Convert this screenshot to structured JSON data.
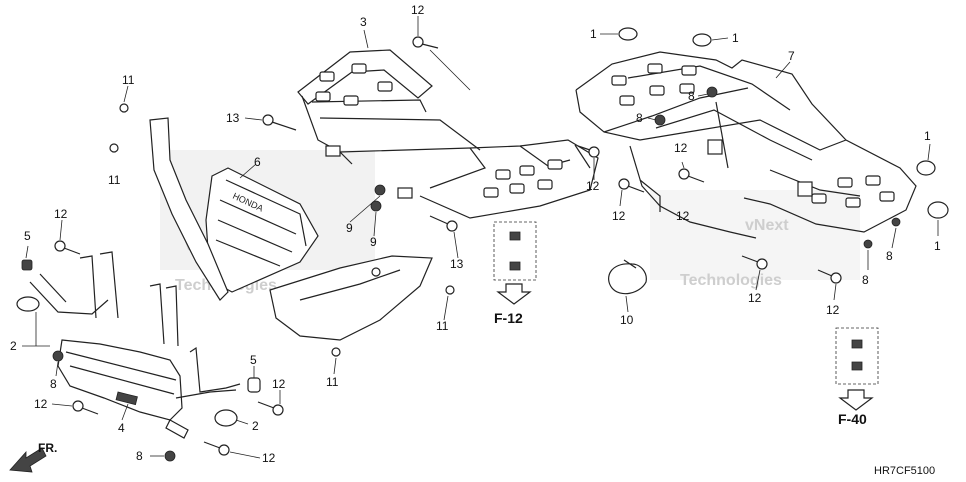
{
  "diagram": {
    "code": "HR7CF5100",
    "refs": [
      "F-12",
      "F-40"
    ],
    "direction_label": "FR.",
    "watermark_lines": [
      "vNext",
      "Technologies"
    ],
    "emblem_text": "HONDA",
    "callouts": {
      "c3": "3",
      "c12a": "12",
      "c11a": "11",
      "c11b": "11",
      "c13a": "13",
      "c6": "6",
      "c9a": "9",
      "c9b": "9",
      "c13b": "13",
      "c12b": "12",
      "c5a": "5",
      "c12c": "12",
      "c2a": "2",
      "c8a": "8",
      "c12d": "12",
      "c4": "4",
      "c5b": "5",
      "c12e": "12",
      "c2b": "2",
      "c8b": "8",
      "c12f": "12",
      "c11c": "11",
      "c11d": "11",
      "c1a": "1",
      "c1b": "1",
      "c7": "7",
      "c8c": "8",
      "c8d": "8",
      "c12g": "12",
      "c12h": "12",
      "c12i": "12",
      "c1c": "1",
      "c1d": "1",
      "c8e": "8",
      "c8f": "8",
      "c12j": "12",
      "c12k": "12",
      "c10": "10"
    }
  }
}
